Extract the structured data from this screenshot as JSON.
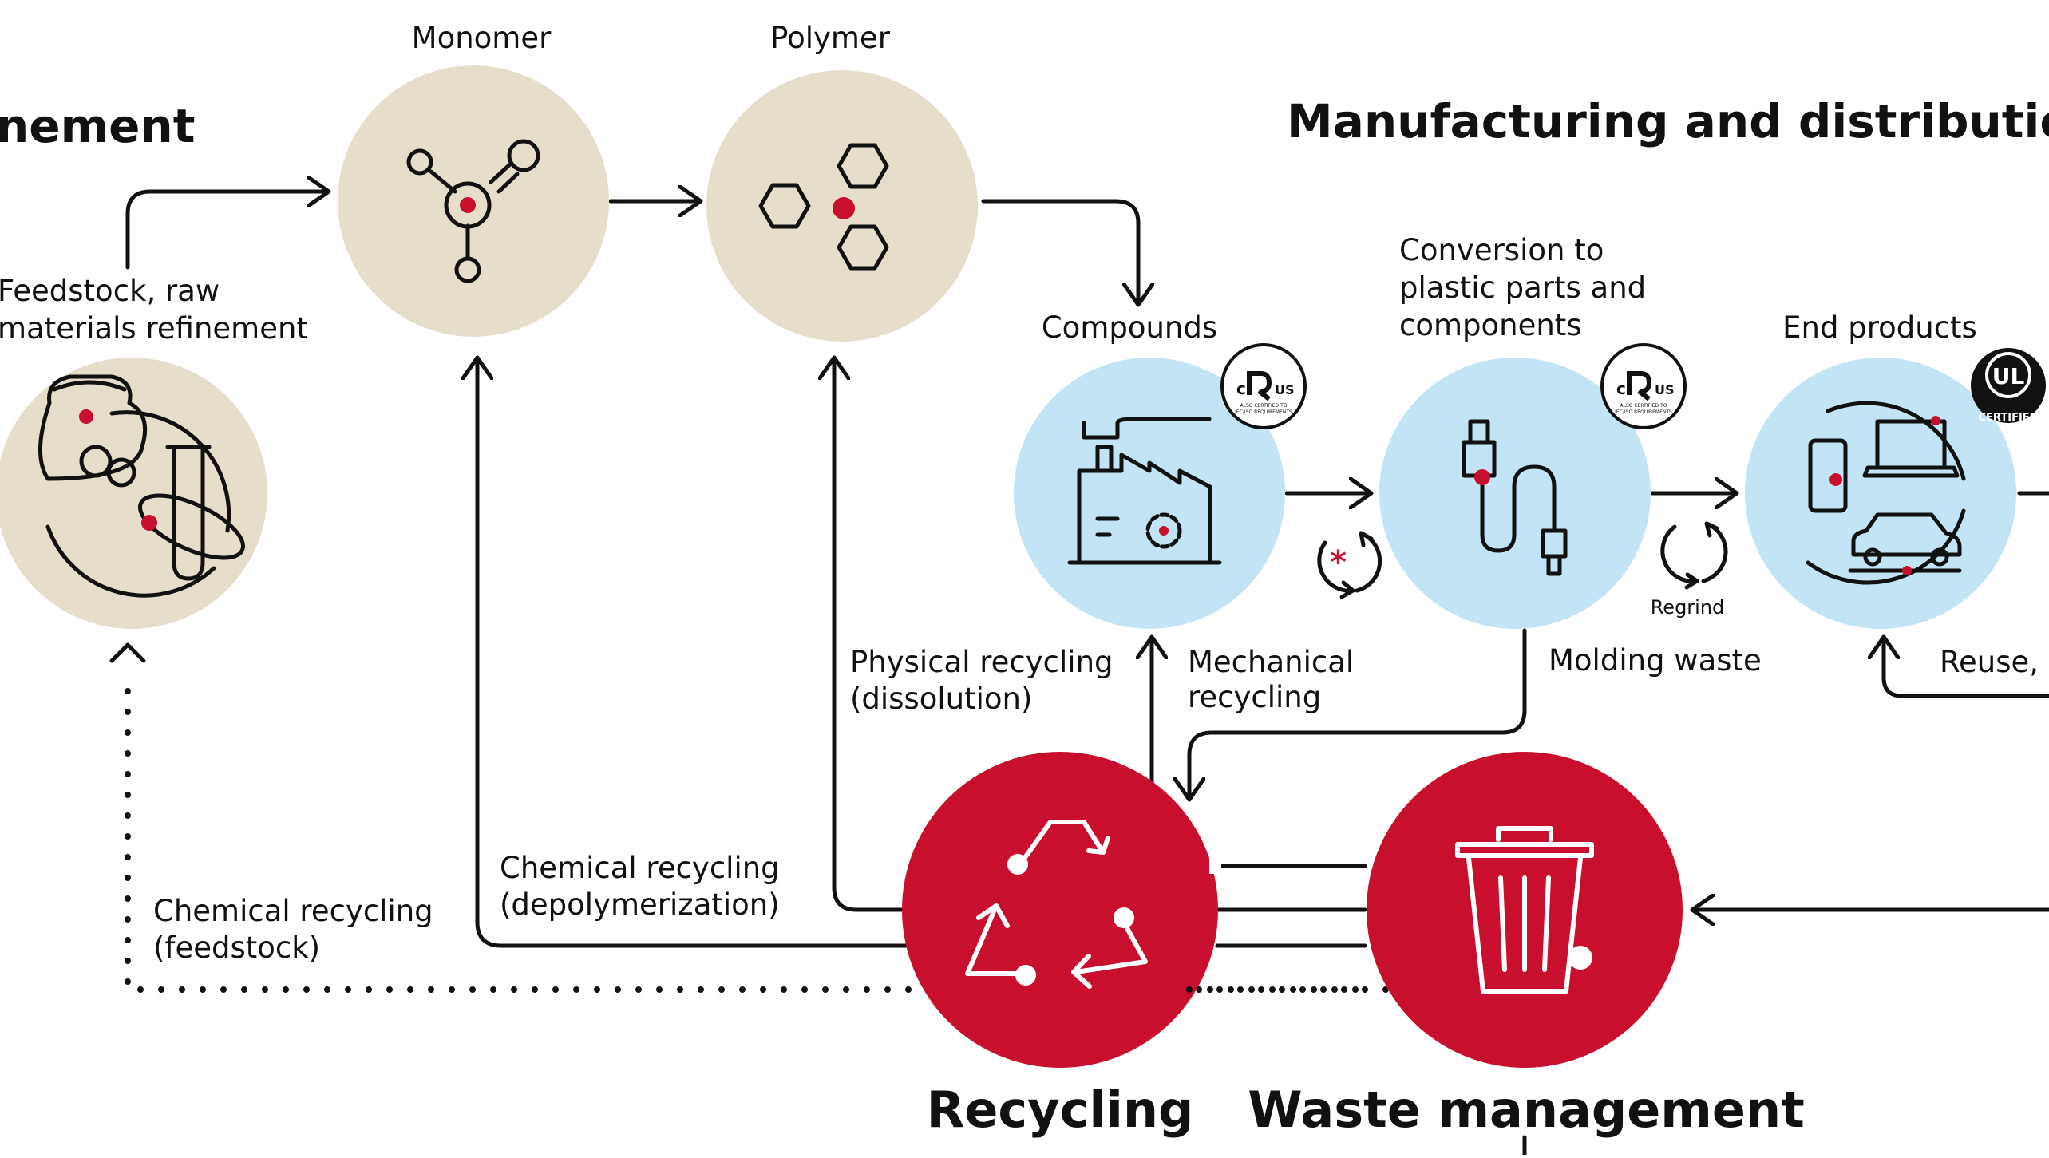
{
  "headers": {
    "refinement": "nement",
    "manufacturing": "Manufacturing and distribution",
    "recycling": "Recycling",
    "waste_management": "Waste management"
  },
  "nodes": {
    "monomer": "Monomer",
    "polymer": "Polymer",
    "feedstock_line1": "Feedstock, raw",
    "feedstock_line2": "materials refinement",
    "compounds": "Compounds",
    "conversion_line1": "Conversion to",
    "conversion_line2": "plastic parts and",
    "conversion_line3": "components",
    "end_products": "End products"
  },
  "flows": {
    "physical_line1": "Physical recycling",
    "physical_line2": "(dissolution)",
    "mechanical_line1": "Mechanical",
    "mechanical_line2": "recycling",
    "molding_waste": "Molding waste",
    "reuse": "Reuse, r",
    "regrind": "Regrind",
    "chem_depoly_line1": "Chemical recycling",
    "chem_depoly_line2": "(depolymerization)",
    "chem_feed_line1": "Chemical recycling",
    "chem_feed_line2": "(feedstock)"
  },
  "badges": {
    "ur_c": "c",
    "ur_us": "US",
    "ur_fine": "ALSO CERTIFIED TO",
    "ur_fine2": "IEC/ISO REQUIREMENTS",
    "ul_mark": "UL",
    "ul_certified": "CERTIFIED"
  },
  "colors": {
    "beige": "#e6ddcb",
    "light_blue": "#c3e4f4",
    "red": "#c8102e",
    "ink": "#111111"
  },
  "icons": {
    "monomer": "molecule-icon",
    "polymer": "hexagon-ring-icon",
    "feedstock": "sack-and-test-tube-icon",
    "compounds": "factory-gear-icon",
    "conversion": "usb-cable-icon",
    "end_products": "phone-laptop-car-icon",
    "recycling": "recycle-triangle-icon",
    "waste": "trash-bin-icon"
  }
}
